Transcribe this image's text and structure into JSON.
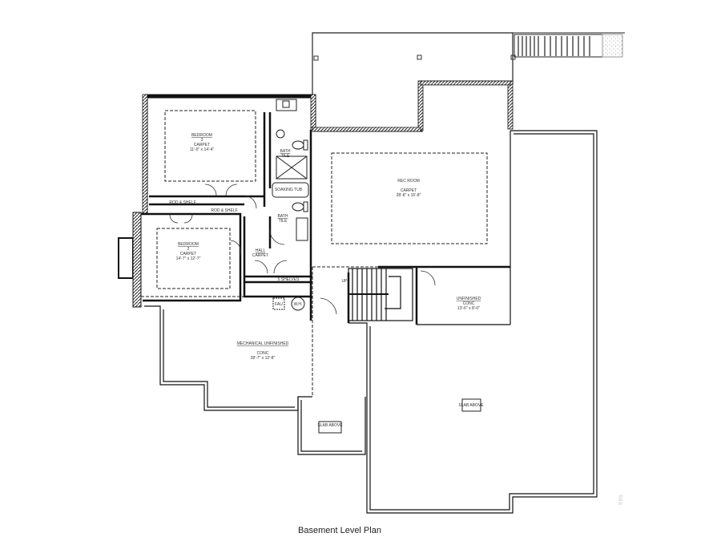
{
  "title": "Basement Level Plan",
  "watermark": "ires",
  "rooms": [
    {
      "name": "BEDROOM",
      "number": "3",
      "floor": "CARPET",
      "size": "11'-0\" x 14'-4\""
    },
    {
      "name": "BATH",
      "floor": "TILE"
    },
    {
      "name": "REC ROOM",
      "floor": "CARPET",
      "size": "28'-8\" x 15'-8\""
    },
    {
      "name": "BATH",
      "floor": "TILE"
    },
    {
      "name": "BEDROOM",
      "number": "2",
      "floor": "CARPET",
      "size": "14'-7\" x 12'-7\""
    },
    {
      "name": "HALL",
      "floor": "CARPET"
    },
    {
      "name": "MECHANICAL UNFINISHED",
      "floor": "CONC",
      "size": "28'-7\" x 12'-8\""
    },
    {
      "name": "UNFINISHED",
      "floor": "CONC",
      "size": "13'-6\" x 8'-0\""
    }
  ],
  "annotations": {
    "rod_shelf": "ROD & SHELF",
    "shelves": "5 SHELVES",
    "soaking_tub": "SOAKING TUB",
    "up": "UP",
    "slab_above": "SLAB ABOVE",
    "fau": "FAU",
    "wh": "W.H."
  }
}
